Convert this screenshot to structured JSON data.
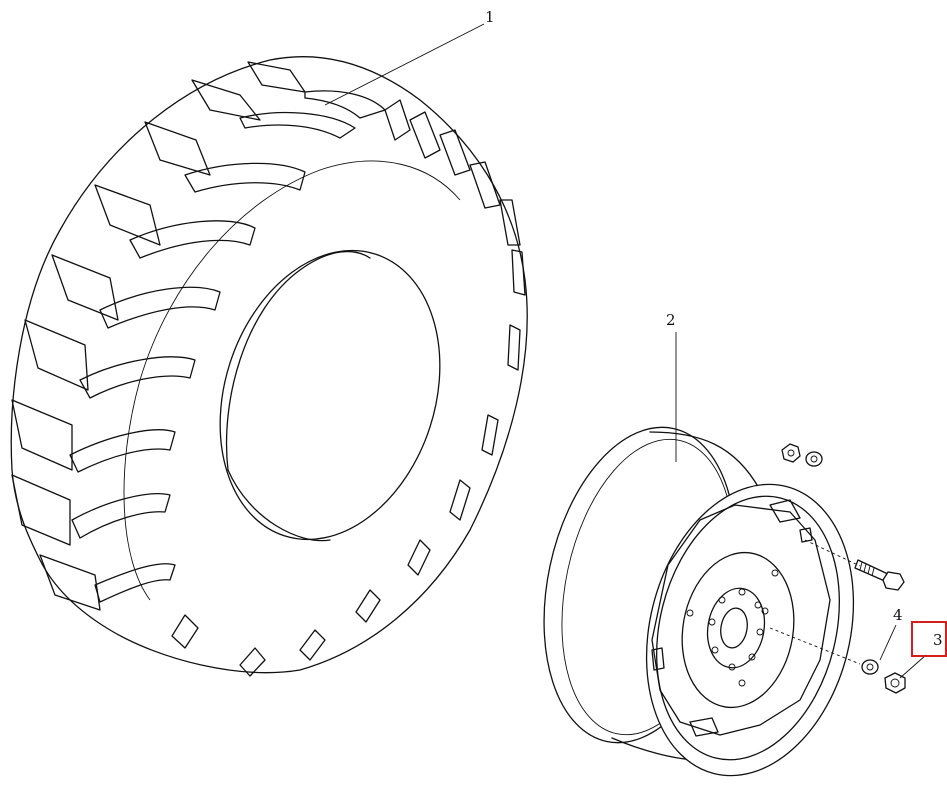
{
  "diagram": {
    "callouts": [
      {
        "id": "1",
        "label": "1",
        "part": "tire"
      },
      {
        "id": "2",
        "label": "2",
        "part": "wheel-rim"
      },
      {
        "id": "3",
        "label": "3",
        "part": "nut",
        "highlighted": true
      },
      {
        "id": "4",
        "label": "4",
        "part": "washer"
      }
    ],
    "highlight_color": "#d21e1e",
    "line_color": "#111111"
  }
}
